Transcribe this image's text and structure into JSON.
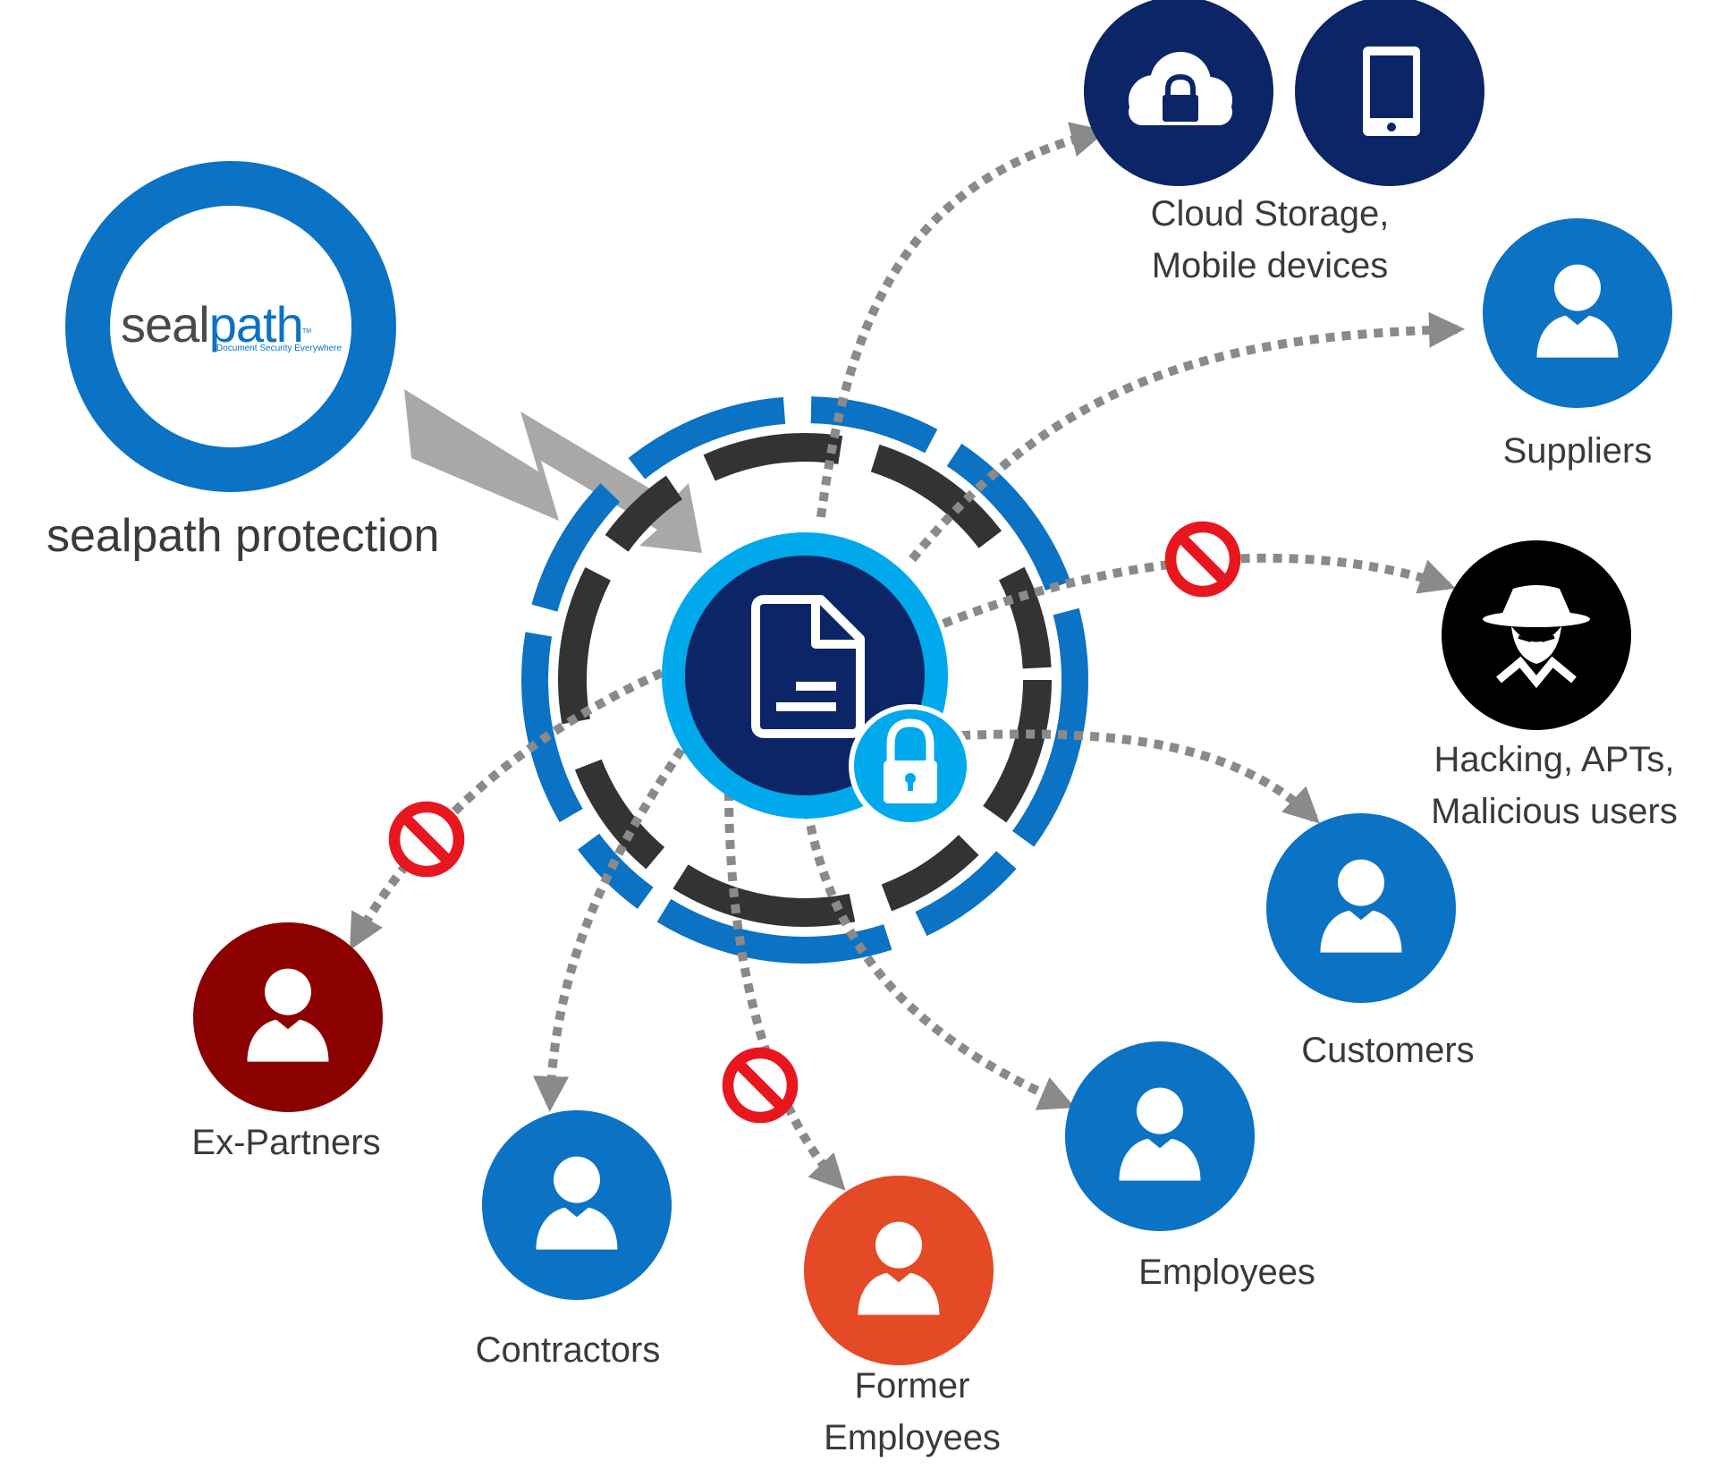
{
  "brand": {
    "word_part1": "seal",
    "word_part2": "path",
    "trademark": "TM",
    "tagline": "Document Security Everywhere",
    "protection_label": "sealpath protection"
  },
  "nodes": {
    "cloud": {
      "line1": "Cloud Storage,",
      "line2": "Mobile devices",
      "icons": [
        "cloud-lock-icon",
        "tablet-icon"
      ],
      "color": "#0b2566",
      "blocked": false
    },
    "suppliers": {
      "label": "Suppliers",
      "icon": "user-icon",
      "color": "#0b72c4",
      "blocked": false
    },
    "hacking": {
      "line1": "Hacking, APTs,",
      "line2": "Malicious users",
      "icon": "hacker-icon",
      "color": "#000000",
      "blocked": true
    },
    "customers": {
      "label": "Customers",
      "icon": "user-icon",
      "color": "#0b72c4",
      "blocked": false
    },
    "employees": {
      "label": "Employees",
      "icon": "user-icon",
      "color": "#0b72c4",
      "blocked": false
    },
    "former": {
      "line1": "Former",
      "line2": "Employees",
      "icon": "user-icon",
      "color": "#e44a26",
      "blocked": true
    },
    "contractors": {
      "label": "Contractors",
      "icon": "user-icon",
      "color": "#0b72c4",
      "blocked": false
    },
    "expartners": {
      "label": "Ex-Partners",
      "icon": "user-icon",
      "color": "#8b0000",
      "blocked": true
    }
  },
  "center": {
    "icon": "document-icon",
    "lock_icon": "padlock-icon"
  },
  "colors": {
    "brand_blue": "#0b72c4",
    "navy": "#0b2566",
    "light_blue": "#00a9ec",
    "ring_dark": "#333333",
    "arrow_gray": "#8a8a8a",
    "block_red": "#e8161e"
  }
}
